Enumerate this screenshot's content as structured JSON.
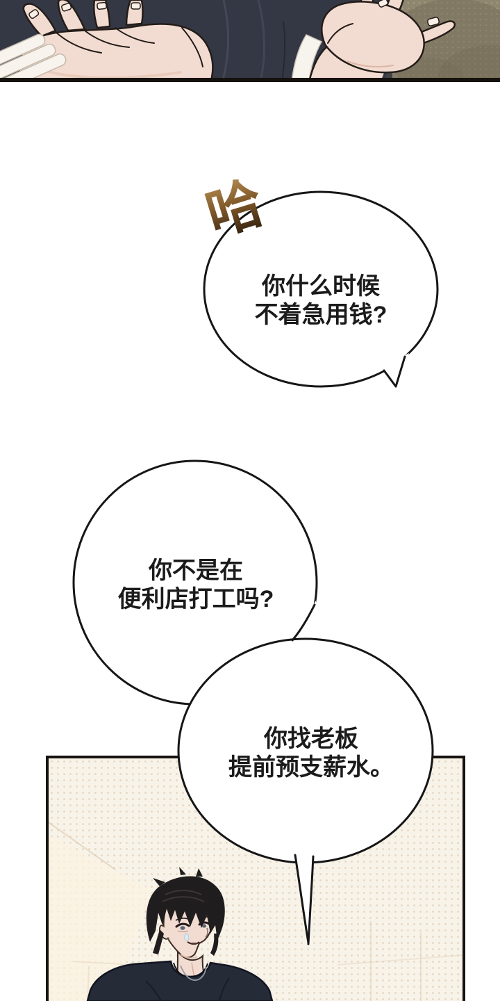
{
  "sfx_laugh": {
    "text": "哈"
  },
  "bubbles": {
    "b1": {
      "line1": "你什么时候",
      "line2": "不着急用钱?"
    },
    "b2": {
      "line1": "你不是在",
      "line2": "便利店打工吗?"
    },
    "b3": {
      "line1": "你找老板",
      "line2": "提前预支薪水。"
    }
  },
  "colors": {
    "page_bg": "#ffffff",
    "panel_bg": "#f8f3e9",
    "panel_dot": "#d6ba96",
    "outline_black": "#171310",
    "shirt_navy": "#343845",
    "olive_background": "#8f8670",
    "olive_shadow": "#6f6752",
    "skin": "#f2dcd1",
    "character_shirt": "#262b38",
    "sfx_gradient_top": "#b28a52",
    "sfx_gradient_bottom": "#2a1b0c",
    "speech_text": "#1b1b1b"
  }
}
